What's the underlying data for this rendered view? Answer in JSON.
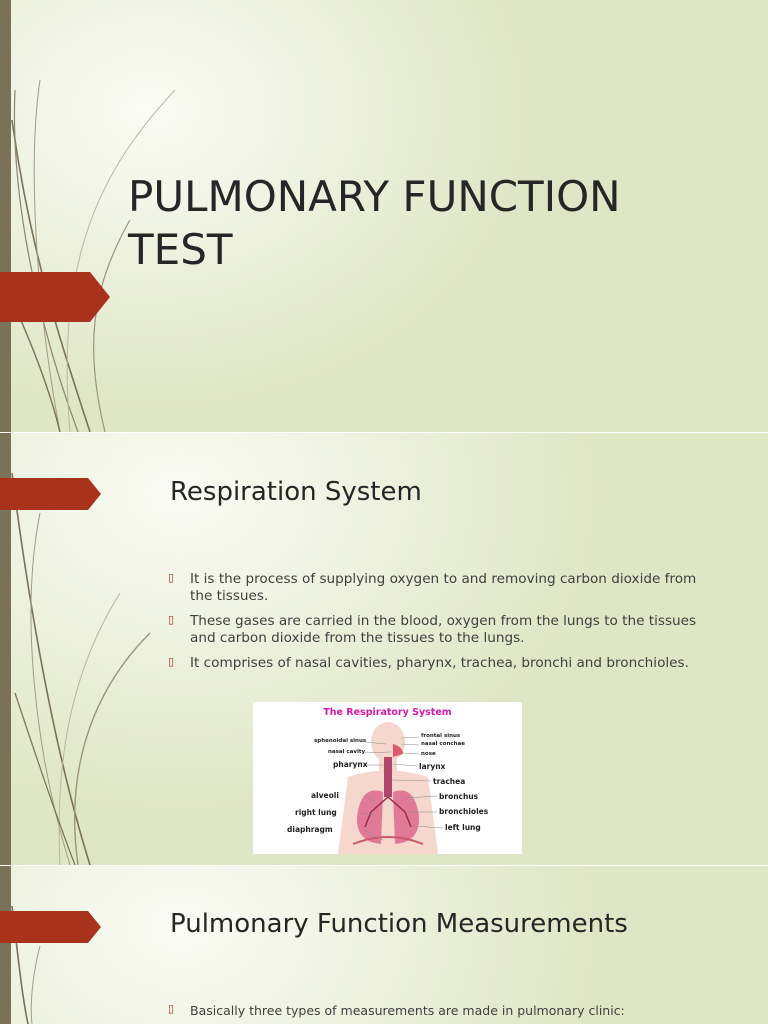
{
  "slide1": {
    "title_line1": "PULMONARY FUNCTION",
    "title_line2": "TEST"
  },
  "slide2": {
    "heading": "Respiration System",
    "bullets": [
      "It is the process of supplying oxygen to and removing carbon dioxide from the tissues.",
      "These gases are carried in the blood, oxygen from the lungs to the tissues and carbon dioxide from the tissues to the lungs.",
      "It comprises of nasal cavities, pharynx, trachea, bronchi and bronchioles."
    ],
    "figure": {
      "title": "The Respiratory System",
      "labels_left": [
        "sphenoidal sinus",
        "nasal cavity",
        "pharynx",
        "alveoli",
        "right lung",
        "diaphragm"
      ],
      "labels_right": [
        "frontal sinus",
        "nasal conchae",
        "nose",
        "larynx",
        "trachea",
        "bronchus",
        "bronchioles",
        "left lung"
      ]
    }
  },
  "slide3": {
    "heading": "Pulmonary Function Measurements",
    "bullets": [
      "Basically three types of measurements are made in pulmonary clinic:"
    ]
  },
  "colors": {
    "accent": "#a8321c",
    "bar": "#7a7258",
    "text": "#262626",
    "figure_title": "#d61aa8"
  },
  "icons": {
    "bullet_marker": "bullet-marker-icon",
    "tag": "arrow-tag-icon"
  }
}
